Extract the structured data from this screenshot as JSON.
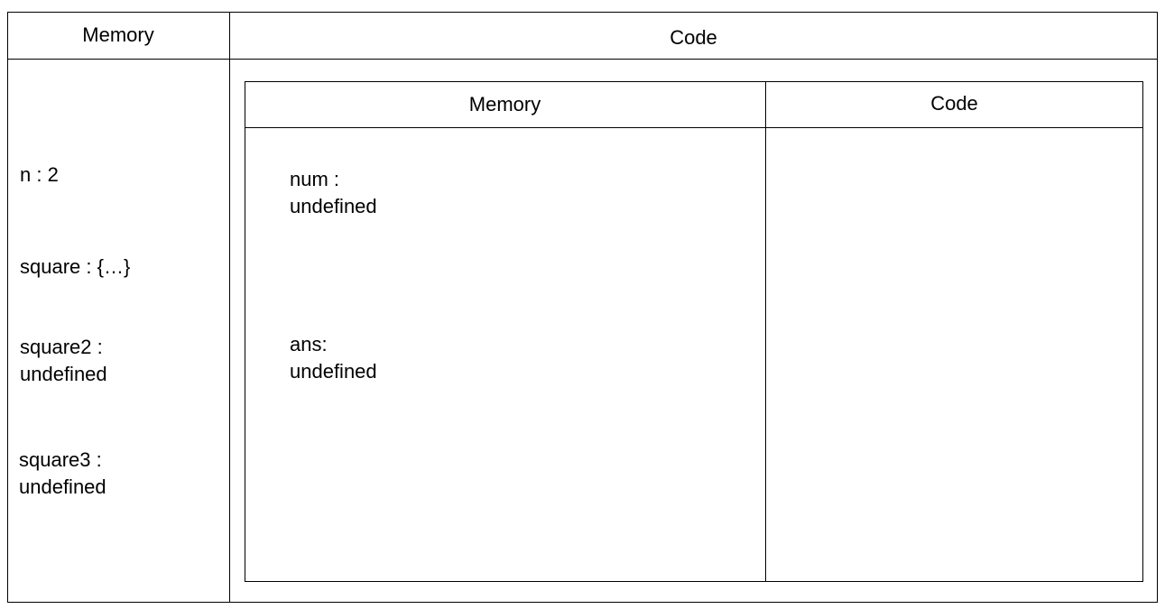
{
  "outer": {
    "memory_header": "Memory",
    "code_header": "Code",
    "memory_items": [
      {
        "line1": "n : 2",
        "line2": ""
      },
      {
        "line1": "square : {…}",
        "line2": ""
      },
      {
        "line1": "square2 :",
        "line2": "undefined"
      },
      {
        "line1": "square3 :",
        "line2": "undefined"
      }
    ]
  },
  "inner": {
    "memory_header": "Memory",
    "code_header": "Code",
    "memory_items": [
      {
        "line1": "num :",
        "line2": "undefined"
      },
      {
        "line1": "ans:",
        "line2": "undefined"
      }
    ]
  }
}
